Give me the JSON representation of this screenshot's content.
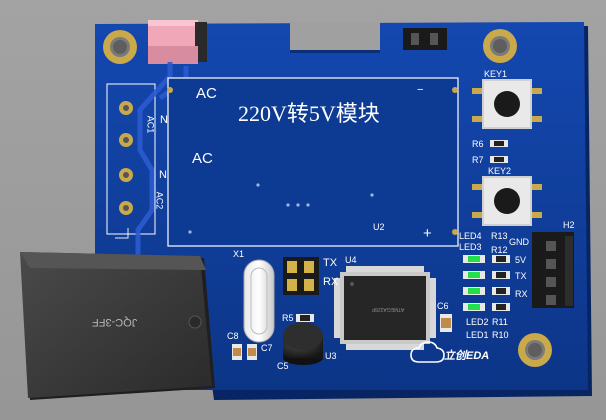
{
  "board": {
    "title": "220V转5V模块",
    "ac_top": "AC",
    "ac_mid": "AC",
    "u2": "U2",
    "minus": "−",
    "plus": "+",
    "relay_label": "JQC-3FF",
    "logo_text": "立创EDA",
    "x1": "X1",
    "u4": "U4",
    "u3": "U3",
    "h2": "H2",
    "tx": "TX",
    "rx": "RX",
    "key1": "KEY1",
    "key2": "KEY2",
    "r6": "R6",
    "r7": "R7",
    "r5": "R5",
    "c5": "C5",
    "c6": "C6",
    "c7": "C7",
    "c8": "C8",
    "led4": "LED4",
    "led3": "LED3",
    "r13": "R13",
    "r12": "R12",
    "led2": "LED2",
    "r11": "R11",
    "led1": "LED1",
    "r10": "R10",
    "gnd": "GND",
    "v5": "5V",
    "h2_tx": "TX",
    "h2_rx": "RX",
    "ac1": "AC1",
    "ac2": "AC2",
    "n_left": "N",
    "n_mid": "N"
  },
  "colors": {
    "pcb": "#0f3d9a",
    "pcb_dark": "#0a2e78",
    "silk": "#ffffff",
    "relay": "#3b3b3b",
    "led_green": "#22e04a",
    "pink_switch": "#f0a7b8",
    "gold": "#c9a94a"
  }
}
